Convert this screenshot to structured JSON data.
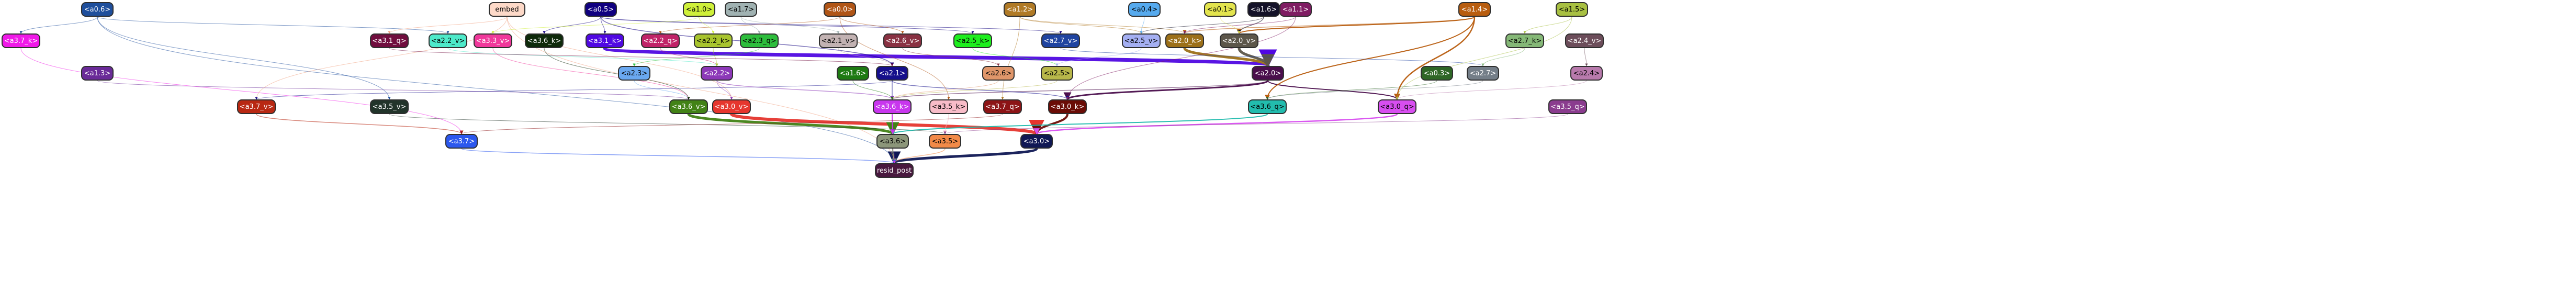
{
  "graph": {
    "nodes": [
      {
        "id": "n_a0_6",
        "label": "<a0.6>",
        "fill": "#1f4f9c",
        "text": "#ffffff"
      },
      {
        "id": "n_embed",
        "label": "embed",
        "fill": "#fdd9c8",
        "text": "#000000"
      },
      {
        "id": "n_a0_5",
        "label": "<a0.5>",
        "fill": "#100080",
        "text": "#ffffff"
      },
      {
        "id": "n_a1_0",
        "label": "<a1.0>",
        "fill": "#cff03a",
        "text": "#000000"
      },
      {
        "id": "n_a1_7",
        "label": "<a1.7>",
        "fill": "#a0b2b2",
        "text": "#000000"
      },
      {
        "id": "n_a0_0",
        "label": "<a0.0>",
        "fill": "#b05516",
        "text": "#ffffff"
      },
      {
        "id": "n_a1_2",
        "label": "<a1.2>",
        "fill": "#b07a26",
        "text": "#ffffff"
      },
      {
        "id": "n_a0_4",
        "label": "<a0.4>",
        "fill": "#56aaee",
        "text": "#000000"
      },
      {
        "id": "n_a0_1",
        "label": "<a0.1>",
        "fill": "#e3e44e",
        "text": "#000000"
      },
      {
        "id": "n_a1_6",
        "label": "<a1.6>",
        "fill": "#141228",
        "text": "#ffffff"
      },
      {
        "id": "n_a1_1",
        "label": "<a1.1>",
        "fill": "#7f1c62",
        "text": "#ffffff"
      },
      {
        "id": "n_a1_4",
        "label": "<a1.4>",
        "fill": "#b85d0f",
        "text": "#ffffff"
      },
      {
        "id": "n_a1_5",
        "label": "<a1.5>",
        "fill": "#a8c042",
        "text": "#000000"
      },
      {
        "id": "n_a3_7_k",
        "label": "<a3.7_k>",
        "fill": "#f019e8",
        "text": "#ffffff"
      },
      {
        "id": "n_a3_1_q",
        "label": "<a3.1_q>",
        "fill": "#700d3e",
        "text": "#ffffff"
      },
      {
        "id": "n_a2_2_v",
        "label": "<a2.2_v>",
        "fill": "#4ee9c9",
        "text": "#000000"
      },
      {
        "id": "n_a3_3_v",
        "label": "<a3.3_v>",
        "fill": "#f0389b",
        "text": "#ffffff"
      },
      {
        "id": "n_a3_6_k",
        "label": "<a3.6_k>",
        "fill": "#0e2a0a",
        "text": "#ffffff"
      },
      {
        "id": "n_a3_1_k",
        "label": "<a3.1_k>",
        "fill": "#5008e2",
        "text": "#ffffff"
      },
      {
        "id": "n_a2_2_q",
        "label": "<a2.2_q>",
        "fill": "#c02368",
        "text": "#ffffff"
      },
      {
        "id": "n_a2_2_k",
        "label": "<a2.2_k>",
        "fill": "#a8c42e",
        "text": "#000000"
      },
      {
        "id": "n_a2_3_q",
        "label": "<a2.3_q>",
        "fill": "#2dbd3c",
        "text": "#000000"
      },
      {
        "id": "n_a2_1_v",
        "label": "<a2.1_v>",
        "fill": "#c2b2b2",
        "text": "#000000"
      },
      {
        "id": "n_a2_6_v",
        "label": "<a2.6_v>",
        "fill": "#893142",
        "text": "#ffffff"
      },
      {
        "id": "n_a2_5_k",
        "label": "<a2.5_k>",
        "fill": "#1eee1e",
        "text": "#000000"
      },
      {
        "id": "n_a2_7_v",
        "label": "<a2.7_v>",
        "fill": "#1f44a0",
        "text": "#ffffff"
      },
      {
        "id": "n_a2_5_v",
        "label": "<a2.5_v>",
        "fill": "#a4aff2",
        "text": "#000000"
      },
      {
        "id": "n_a2_0_k",
        "label": "<a2.0_k>",
        "fill": "#9c7019",
        "text": "#ffffff"
      },
      {
        "id": "n_a2_0_v",
        "label": "<a2.0_v>",
        "fill": "#5c564a",
        "text": "#ffffff"
      },
      {
        "id": "n_a2_7_k",
        "label": "<a2.7_k>",
        "fill": "#85b877",
        "text": "#000000"
      },
      {
        "id": "n_a2_4_v",
        "label": "<a2.4_v>",
        "fill": "#6c4d5a",
        "text": "#ffffff"
      },
      {
        "id": "n_a1_3",
        "label": "<a1.3>",
        "fill": "#6a2a98",
        "text": "#ffffff"
      },
      {
        "id": "n_a2_3",
        "label": "<a2.3>",
        "fill": "#6aa8f0",
        "text": "#000000"
      },
      {
        "id": "n_a2_2",
        "label": "<a2.2>",
        "fill": "#8c38b8",
        "text": "#ffffff"
      },
      {
        "id": "n_a1_6b",
        "label": "<a1.6>",
        "fill": "#1e7a12",
        "text": "#ffffff"
      },
      {
        "id": "n_a2_1",
        "label": "<a2.1>",
        "fill": "#16108c",
        "text": "#ffffff"
      },
      {
        "id": "n_a2_6",
        "label": "<a2.6>",
        "fill": "#e0966a",
        "text": "#000000"
      },
      {
        "id": "n_a2_5",
        "label": "<a2.5>",
        "fill": "#b8b74a",
        "text": "#000000"
      },
      {
        "id": "n_a2_0",
        "label": "<a2.0>",
        "fill": "#4a0e4c",
        "text": "#ffffff"
      },
      {
        "id": "n_a0_3",
        "label": "<a0.3>",
        "fill": "#2e6626",
        "text": "#ffffff"
      },
      {
        "id": "n_a2_7",
        "label": "<a2.7>",
        "fill": "#747e88",
        "text": "#ffffff"
      },
      {
        "id": "n_a2_4",
        "label": "<a2.4>",
        "fill": "#b87aac",
        "text": "#000000"
      },
      {
        "id": "n_a3_7_v",
        "label": "<a3.7_v>",
        "fill": "#b82812",
        "text": "#ffffff"
      },
      {
        "id": "n_a3_5_v",
        "label": "<a3.5_v>",
        "fill": "#22342a",
        "text": "#ffffff"
      },
      {
        "id": "n_a3_6_v",
        "label": "<a3.6_v>",
        "fill": "#428216",
        "text": "#ffffff"
      },
      {
        "id": "n_a3_0_v",
        "label": "<a3.0_v>",
        "fill": "#e6362e",
        "text": "#ffffff"
      },
      {
        "id": "n_a3_6_k2",
        "label": "<a3.6_k>",
        "fill": "#c836ee",
        "text": "#ffffff"
      },
      {
        "id": "n_a3_5_k",
        "label": "<a3.5_k>",
        "fill": "#f8bcc8",
        "text": "#000000"
      },
      {
        "id": "n_a3_7_q",
        "label": "<a3.7_q>",
        "fill": "#8c1416",
        "text": "#ffffff"
      },
      {
        "id": "n_a3_0_k",
        "label": "<a3.0_k>",
        "fill": "#6a0c06",
        "text": "#ffffff"
      },
      {
        "id": "n_a3_6_q",
        "label": "<a3.6_q>",
        "fill": "#22bcae",
        "text": "#000000"
      },
      {
        "id": "n_a3_0_q",
        "label": "<a3.0_q>",
        "fill": "#d84ef0",
        "text": "#000000"
      },
      {
        "id": "n_a3_5_q",
        "label": "<a3.5_q>",
        "fill": "#8a3c8e",
        "text": "#ffffff"
      },
      {
        "id": "n_a3_7",
        "label": "<a3.7>",
        "fill": "#2c58ee",
        "text": "#ffffff"
      },
      {
        "id": "n_a3_6",
        "label": "<a3.6>",
        "fill": "#8c967a",
        "text": "#000000"
      },
      {
        "id": "n_a3_5",
        "label": "<a3.5>",
        "fill": "#f28a48",
        "text": "#000000"
      },
      {
        "id": "n_a3_0",
        "label": "<a3.0>",
        "fill": "#101854",
        "text": "#ffffff"
      },
      {
        "id": "n_resid_post",
        "label": "resid_post",
        "fill": "#48183e",
        "text": "#ffffff"
      }
    ],
    "edges": [
      {
        "from": "n_a3_0",
        "to": "n_resid_post",
        "color": "#101854",
        "weight": 5
      },
      {
        "from": "n_a3_6",
        "to": "n_resid_post",
        "color": "#8c967a",
        "weight": 2
      },
      {
        "from": "n_a3_5",
        "to": "n_resid_post",
        "color": "#f28a48",
        "weight": 1.5
      },
      {
        "from": "n_a3_7",
        "to": "n_resid_post",
        "color": "#2c58ee",
        "weight": 1.5
      },
      {
        "from": "n_embed",
        "to": "n_resid_post",
        "color": "#f0a080",
        "weight": 1
      },
      {
        "from": "n_a0_6",
        "to": "n_resid_post",
        "color": "#1f4f9c",
        "weight": 1
      },
      {
        "from": "n_a3_6_k2",
        "to": "n_resid_post",
        "color": "#c836ee",
        "weight": 1
      },
      {
        "from": "n_a3_0_v",
        "to": "n_a3_0",
        "color": "#e6362e",
        "weight": 6
      },
      {
        "from": "n_a3_0_k",
        "to": "n_a3_0",
        "color": "#6a0c06",
        "weight": 4
      },
      {
        "from": "n_a3_0_q",
        "to": "n_a3_0",
        "color": "#d84ef0",
        "weight": 2.5
      },
      {
        "from": "n_a3_6_v",
        "to": "n_a3_6",
        "color": "#428216",
        "weight": 5
      },
      {
        "from": "n_a3_6_q",
        "to": "n_a3_6",
        "color": "#22bcae",
        "weight": 2
      },
      {
        "from": "n_a3_6_k2",
        "to": "n_a3_6",
        "color": "#c836ee",
        "weight": 2
      },
      {
        "from": "n_a3_5_k",
        "to": "n_a3_5",
        "color": "#f8bcc8",
        "weight": 1.5
      },
      {
        "from": "n_a3_5_v",
        "to": "n_a3_5",
        "color": "#22342a",
        "weight": 1
      },
      {
        "from": "n_a3_7_v",
        "to": "n_a3_7",
        "color": "#b82812",
        "weight": 1.5
      },
      {
        "from": "n_a3_7_k",
        "to": "n_a3_7",
        "color": "#f019e8",
        "weight": 1
      },
      {
        "from": "n_a3_7_q",
        "to": "n_a3_7",
        "color": "#8c1416",
        "weight": 1
      },
      {
        "from": "n_a3_1_k",
        "to": "n_a2_0",
        "color": "#5008e2",
        "weight": 7
      },
      {
        "from": "n_a2_0_k",
        "to": "n_a2_0",
        "color": "#9c7019",
        "weight": 5
      },
      {
        "from": "n_a2_0_v",
        "to": "n_a2_0",
        "color": "#5c564a",
        "weight": 5
      },
      {
        "from": "n_a2_0",
        "to": "n_a3_0_k",
        "color": "#4a0e4c",
        "weight": 3
      },
      {
        "from": "n_a2_0",
        "to": "n_a3_0_q",
        "color": "#4a0e4c",
        "weight": 2
      },
      {
        "from": "n_a2_0",
        "to": "n_a3_6_k2",
        "color": "#4a0e4c",
        "weight": 1.5
      },
      {
        "from": "n_a1_4",
        "to": "n_a3_0_q",
        "color": "#b85d0f",
        "weight": 2.5
      },
      {
        "from": "n_a1_4",
        "to": "n_a3_6_q",
        "color": "#b85d0f",
        "weight": 2
      },
      {
        "from": "n_a1_4",
        "to": "n_a2_0_v",
        "color": "#b85d0f",
        "weight": 2
      },
      {
        "from": "n_a1_4",
        "to": "n_a2_0_k",
        "color": "#b85d0f",
        "weight": 1.5
      },
      {
        "from": "n_a2_1",
        "to": "n_a3_6_k2",
        "color": "#16108c",
        "weight": 1.5
      },
      {
        "from": "n_a2_1",
        "to": "n_a3_0_k",
        "color": "#16108c",
        "weight": 1.5
      },
      {
        "from": "n_a2_2",
        "to": "n_a3_6_k2",
        "color": "#8c38b8",
        "weight": 1.5
      },
      {
        "from": "n_a2_3",
        "to": "n_a3_6_v",
        "color": "#6aa8f0",
        "weight": 1
      },
      {
        "from": "n_a2_6",
        "to": "n_a3_6_k2",
        "color": "#e0966a",
        "weight": 1
      },
      {
        "from": "n_a2_5",
        "to": "n_a3_6_k2",
        "color": "#b8b74a",
        "weight": 1
      },
      {
        "from": "n_a2_7",
        "to": "n_a3_6_q",
        "color": "#747e88",
        "weight": 1
      },
      {
        "from": "n_a2_4",
        "to": "n_a3_0_q",
        "color": "#b87aac",
        "weight": 1
      },
      {
        "from": "n_a0_3",
        "to": "n_a3_6_q",
        "color": "#2e6626",
        "weight": 1
      },
      {
        "from": "n_a1_6b",
        "to": "n_a3_6_k2",
        "color": "#1e7a12",
        "weight": 1
      },
      {
        "from": "n_a1_3",
        "to": "n_a3_6_v",
        "color": "#6a2a98",
        "weight": 1
      },
      {
        "from": "n_a0_5",
        "to": "n_a2_1",
        "color": "#100080",
        "weight": 1.5
      },
      {
        "from": "n_a0_5",
        "to": "n_a3_1_k",
        "color": "#100080",
        "weight": 1
      },
      {
        "from": "n_a0_5",
        "to": "n_a2_7_v",
        "color": "#100080",
        "weight": 1
      },
      {
        "from": "n_a0_5",
        "to": "n_a2_5_k",
        "color": "#100080",
        "weight": 1
      },
      {
        "from": "n_a0_5",
        "to": "n_a3_6_k",
        "color": "#100080",
        "weight": 1
      },
      {
        "from": "n_a0_6",
        "to": "n_a3_7_k",
        "color": "#1f4f9c",
        "weight": 1
      },
      {
        "from": "n_a0_6",
        "to": "n_a3_5_v",
        "color": "#1f4f9c",
        "weight": 1
      },
      {
        "from": "n_a0_6",
        "to": "n_a2_2_v",
        "color": "#1f4f9c",
        "weight": 1
      },
      {
        "from": "n_embed",
        "to": "n_a3_1_q",
        "color": "#f0a080",
        "weight": 1
      },
      {
        "from": "n_embed",
        "to": "n_a3_7_v",
        "color": "#f0a080",
        "weight": 1
      },
      {
        "from": "n_embed",
        "to": "n_a3_0_v",
        "color": "#f0a080",
        "weight": 1
      },
      {
        "from": "n_a0_0",
        "to": "n_a2_6_v",
        "color": "#b05516",
        "weight": 1
      },
      {
        "from": "n_a0_0",
        "to": "n_a2_2_q",
        "color": "#b05516",
        "weight": 1
      },
      {
        "from": "n_a0_0",
        "to": "n_a3_5_k",
        "color": "#b05516",
        "weight": 1
      },
      {
        "from": "n_a1_2",
        "to": "n_a2_0_k",
        "color": "#b07a26",
        "weight": 1
      },
      {
        "from": "n_a1_2",
        "to": "n_a2_5_v",
        "color": "#b07a26",
        "weight": 1
      },
      {
        "from": "n_a1_2",
        "to": "n_a3_7_q",
        "color": "#b07a26",
        "weight": 1
      },
      {
        "from": "n_a1_6",
        "to": "n_a2_0_v",
        "color": "#141228",
        "weight": 1.5
      },
      {
        "from": "n_a1_6",
        "to": "n_a2_5_v",
        "color": "#141228",
        "weight": 1
      },
      {
        "from": "n_a1_1",
        "to": "n_a2_0_k",
        "color": "#7f1c62",
        "weight": 1
      },
      {
        "from": "n_a1_1",
        "to": "n_a3_0_k",
        "color": "#7f1c62",
        "weight": 1
      },
      {
        "from": "n_a1_5",
        "to": "n_a2_7_k",
        "color": "#a8c042",
        "weight": 1
      },
      {
        "from": "n_a1_5",
        "to": "n_a3_0_q",
        "color": "#a8c042",
        "weight": 1
      },
      {
        "from": "n_a1_0",
        "to": "n_a2_2_k",
        "color": "#cff03a",
        "weight": 1
      },
      {
        "from": "n_a1_0",
        "to": "n_a3_3_v",
        "color": "#cff03a",
        "weight": 1
      },
      {
        "from": "n_a1_7",
        "to": "n_a2_3_q",
        "color": "#a0b2b2",
        "weight": 1
      },
      {
        "from": "n_a1_7",
        "to": "n_a2_1_v",
        "color": "#a0b2b2",
        "weight": 1
      },
      {
        "from": "n_a0_4",
        "to": "n_a2_5_v",
        "color": "#56aaee",
        "weight": 1
      },
      {
        "from": "n_a0_1",
        "to": "n_a2_0_v",
        "color": "#e3e44e",
        "weight": 1
      },
      {
        "from": "n_a2_2_v",
        "to": "n_a2_2",
        "color": "#4ee9c9",
        "weight": 1
      },
      {
        "from": "n_a2_2_q",
        "to": "n_a2_2",
        "color": "#c02368",
        "weight": 1
      },
      {
        "from": "n_a2_2_k",
        "to": "n_a2_2",
        "color": "#a8c42e",
        "weight": 1
      },
      {
        "from": "n_a2_1_v",
        "to": "n_a2_1",
        "color": "#c2b2b2",
        "weight": 1
      },
      {
        "from": "n_a2_6_v",
        "to": "n_a2_6",
        "color": "#893142",
        "weight": 1
      },
      {
        "from": "n_a2_5_k",
        "to": "n_a2_5",
        "color": "#1eee1e",
        "weight": 1
      },
      {
        "from": "n_a2_5_v",
        "to": "n_a2_5",
        "color": "#a4aff2",
        "weight": 1
      },
      {
        "from": "n_a2_7_v",
        "to": "n_a2_7",
        "color": "#1f44a0",
        "weight": 1
      },
      {
        "from": "n_a2_7_k",
        "to": "n_a2_7",
        "color": "#85b877",
        "weight": 1
      },
      {
        "from": "n_a2_4_v",
        "to": "n_a2_4",
        "color": "#6c4d5a",
        "weight": 1
      },
      {
        "from": "n_a2_3_q",
        "to": "n_a2_3",
        "color": "#2dbd3c",
        "weight": 1
      },
      {
        "from": "n_a3_1_q",
        "to": "n_a2_1",
        "color": "#700d3e",
        "weight": 1
      },
      {
        "from": "n_a3_3_v",
        "to": "n_a3_6_v",
        "color": "#f0389b",
        "weight": 1
      },
      {
        "from": "n_a3_6_k",
        "to": "n_a3_6_v",
        "color": "#0e2a0a",
        "weight": 1
      },
      {
        "from": "n_a3_5_q",
        "to": "n_a3_5",
        "color": "#8a3c8e",
        "weight": 1
      },
      {
        "from": "n_a2_2",
        "to": "n_a3_0_v",
        "color": "#8c38b8",
        "weight": 1
      },
      {
        "from": "n_a2_1",
        "to": "n_a3_7_v",
        "color": "#16108c",
        "weight": 1
      }
    ]
  }
}
